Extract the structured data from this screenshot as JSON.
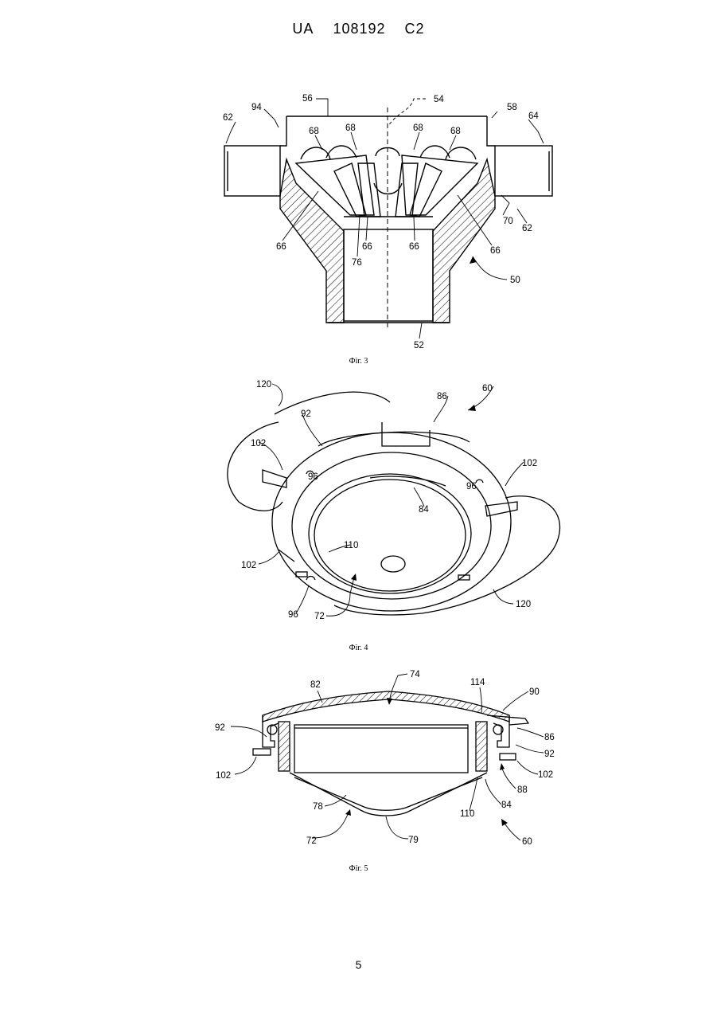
{
  "header": {
    "country": "UA",
    "number": "108192",
    "kind": "C2"
  },
  "page_number": "5",
  "figures": [
    {
      "caption": "Фіг. 3",
      "labels": {
        "l56": "56",
        "l54": "54",
        "l94": "94",
        "l58": "58",
        "l62a": "62",
        "l64": "64",
        "l68a": "68",
        "l68b": "68",
        "l68c": "68",
        "l68d": "68",
        "l66a": "66",
        "l66b": "66",
        "l66c": "66",
        "l66d": "66",
        "l76": "76",
        "l70": "70",
        "l62b": "62",
        "l50": "50",
        "l52": "52"
      }
    },
    {
      "caption": "Фіг. 4",
      "labels": {
        "l120a": "120",
        "l92": "92",
        "l86": "86",
        "l60": "60",
        "l102a": "102",
        "l96a": "96",
        "l96b": "96",
        "l102b": "102",
        "l84": "84",
        "l110": "110",
        "l102c": "102",
        "l96c": "96",
        "l72": "72",
        "l120b": "120"
      }
    },
    {
      "caption": "Фіг. 5",
      "labels": {
        "l82": "82",
        "l74": "74",
        "l114": "114",
        "l90": "90",
        "l92a": "92",
        "l86": "86",
        "l92b": "92",
        "l102a": "102",
        "l102b": "102",
        "l88": "88",
        "l78": "78",
        "l110": "110",
        "l84": "84",
        "l72": "72",
        "l79": "79",
        "l60": "60"
      }
    }
  ]
}
